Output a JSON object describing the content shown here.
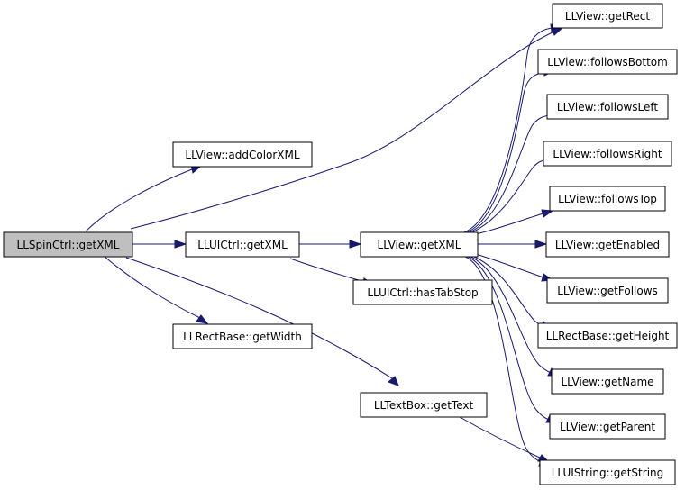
{
  "colors": {
    "node_fill": "#ffffff",
    "root_fill": "#bfbfbf",
    "edge": "#191970",
    "border": "#000000"
  },
  "nodes": {
    "root": "LLSpinCtrl::getXML",
    "add_color_xml": "LLView::addColorXML",
    "uictrl_get_xml": "LLUICtrl::getXML",
    "rectbase_get_width": "LLRectBase::getWidth",
    "view_get_xml": "LLView::getXML",
    "uictrl_has_tab_stop": "LLUICtrl::hasTabStop",
    "textbox_get_text": "LLTextBox::getText",
    "view_get_rect": "LLView::getRect",
    "view_follows_bottom": "LLView::followsBottom",
    "view_follows_left": "LLView::followsLeft",
    "view_follows_right": "LLView::followsRight",
    "view_follows_top": "LLView::followsTop",
    "view_get_enabled": "LLView::getEnabled",
    "view_get_follows": "LLView::getFollows",
    "rectbase_get_height": "LLRectBase::getHeight",
    "view_get_name": "LLView::getName",
    "view_get_parent": "LLView::getParent",
    "uistring_get_string": "LLUIString::getString"
  }
}
